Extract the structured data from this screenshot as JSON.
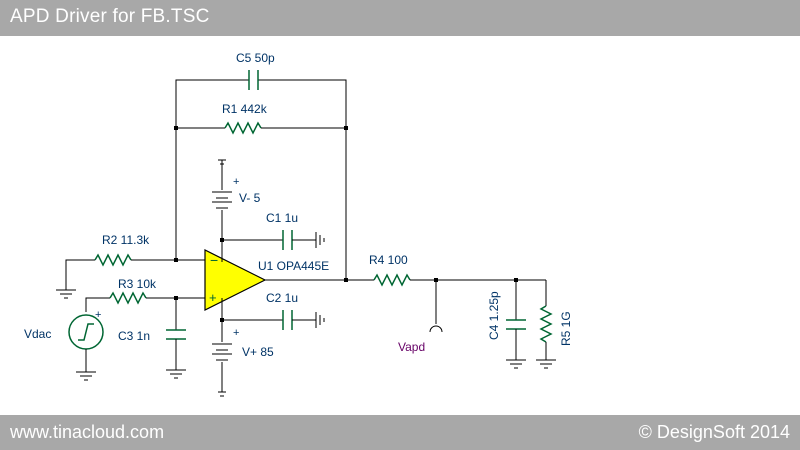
{
  "header": {
    "title": "APD Driver for FB.TSC"
  },
  "footer": {
    "left": "www.tinacloud.com",
    "right": "© DesignSoft 2014"
  },
  "labels": {
    "c5": "C5 50p",
    "r1": "R1 442k",
    "vneg": "V- 5",
    "c1": "C1 1u",
    "r2": "R2 11.3k",
    "u1": "U1 OPA445E",
    "r4": "R4 100",
    "r3": "R3 10k",
    "c2": "C2 1u",
    "c4": "C4 1.25p",
    "r5": "R5 1G",
    "vdac": "Vdac",
    "c3": "C3 1n",
    "vapd": "Vapd",
    "vpos": "V+ 85",
    "minus_sign": "−",
    "plus_sign": "+",
    "src_plus": "+",
    "vneg_plus": "+",
    "vpos_plus": "+"
  },
  "colors": {
    "bar": "#a8a8a8",
    "opamp_fill": "#ffff00",
    "component": "#006633",
    "label": "#003366",
    "vapd_label": "#660066"
  }
}
